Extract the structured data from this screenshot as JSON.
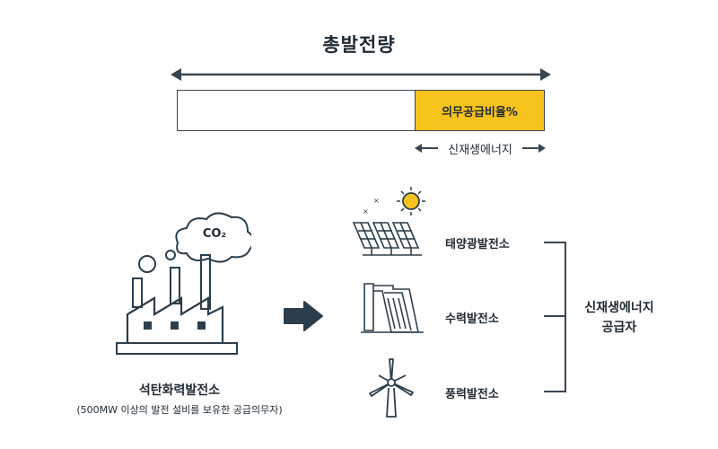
{
  "title": "총발전량",
  "bar": {
    "mandatory_label": "의무공급비율%",
    "renewable_label": "신재생에너지"
  },
  "supplier": {
    "name": "석탄화력발전소",
    "note": "(500MW 이상의 발전 설비를 보유한 공급의무자)",
    "co2": "CO₂"
  },
  "plants": [
    {
      "label": "태양광발전소",
      "icon": "solar-panel-icon"
    },
    {
      "label": "수력발전소",
      "icon": "hydro-dam-icon"
    },
    {
      "label": "풍력발전소",
      "icon": "wind-turbine-icon"
    }
  ],
  "group_label": {
    "line1": "신재생에너지",
    "line2": "공급자"
  },
  "colors": {
    "accent": "#f6c31c",
    "line": "#3a4650",
    "arrow": "#2c3e4c"
  }
}
